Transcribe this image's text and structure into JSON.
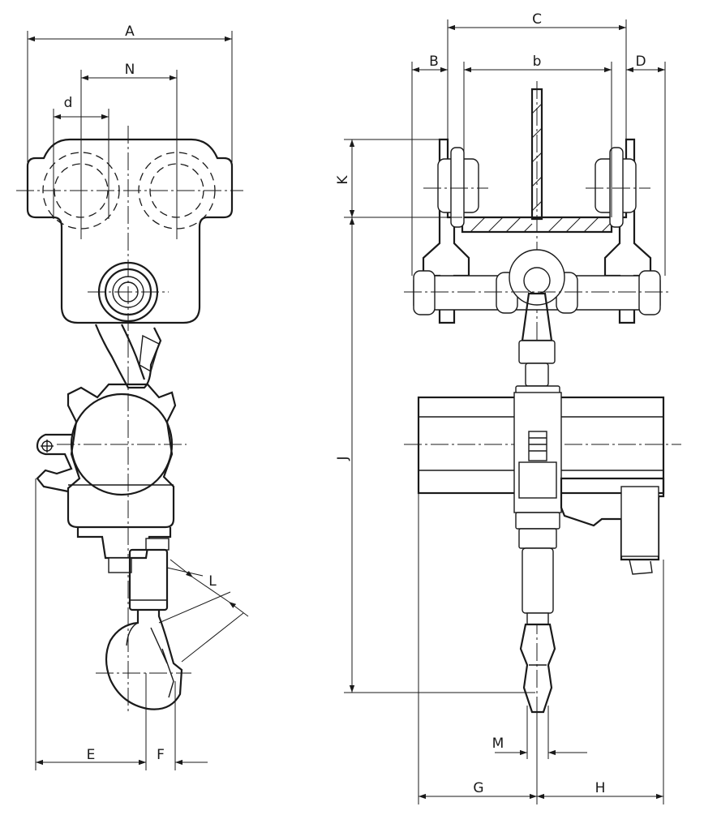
{
  "dimension_labels": {
    "A": "A",
    "N": "N",
    "d": "d",
    "E": "E",
    "F": "F",
    "L": "L",
    "C": "C",
    "B": "B",
    "b": "b",
    "D": "D",
    "K": "K",
    "J": "J",
    "M": "M",
    "G": "G",
    "H": "H"
  },
  "colors": {
    "line": "#1a1a1a",
    "background": "#ffffff"
  }
}
